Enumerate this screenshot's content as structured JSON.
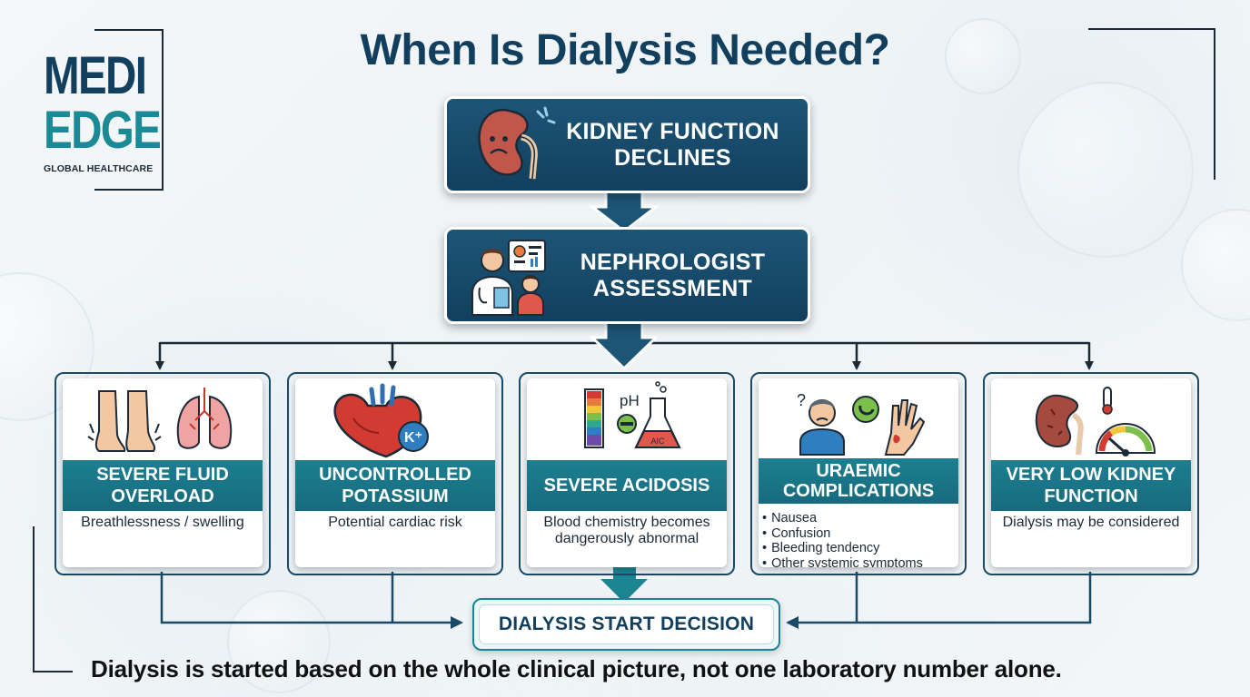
{
  "title": "When Is Dialysis Needed?",
  "logo": {
    "line1": "MEDI",
    "line2": "EDGE",
    "sub": "GLOBAL HEALTHCARE"
  },
  "steps": {
    "kidney": "KIDNEY FUNCTION DECLINES",
    "nephro": "NEPHROLOGIST ASSESSMENT"
  },
  "cards": [
    {
      "title": "SEVERE FLUID OVERLOAD",
      "desc": "Breathlessness / swelling"
    },
    {
      "title": "UNCONTROLLED POTASSIUM",
      "desc": "Potential cardiac risk",
      "icon_text": "K⁺"
    },
    {
      "title": "SEVERE ACIDOSIS",
      "desc": "Blood chemistry becomes dangerously abnormal",
      "icon_text": "pH",
      "flask_text": "AIC"
    },
    {
      "title": "URAEMIC COMPLICATIONS",
      "list": [
        "Nausea",
        "Confusion",
        "Bleeding tendency",
        "Other systemic symptoms"
      ],
      "icon_text": "?"
    },
    {
      "title": "VERY LOW KIDNEY FUNCTION",
      "desc": "Dialysis may be considered"
    }
  ],
  "decision": "DIALYSIS START DECISION",
  "footer": "Dialysis is started based on the whole clinical picture, not one laboratory number alone.",
  "colors": {
    "navy": "#123f5e",
    "teal": "#1c7f91",
    "frame": "#1b4a66",
    "connector": "#1b2a36"
  }
}
